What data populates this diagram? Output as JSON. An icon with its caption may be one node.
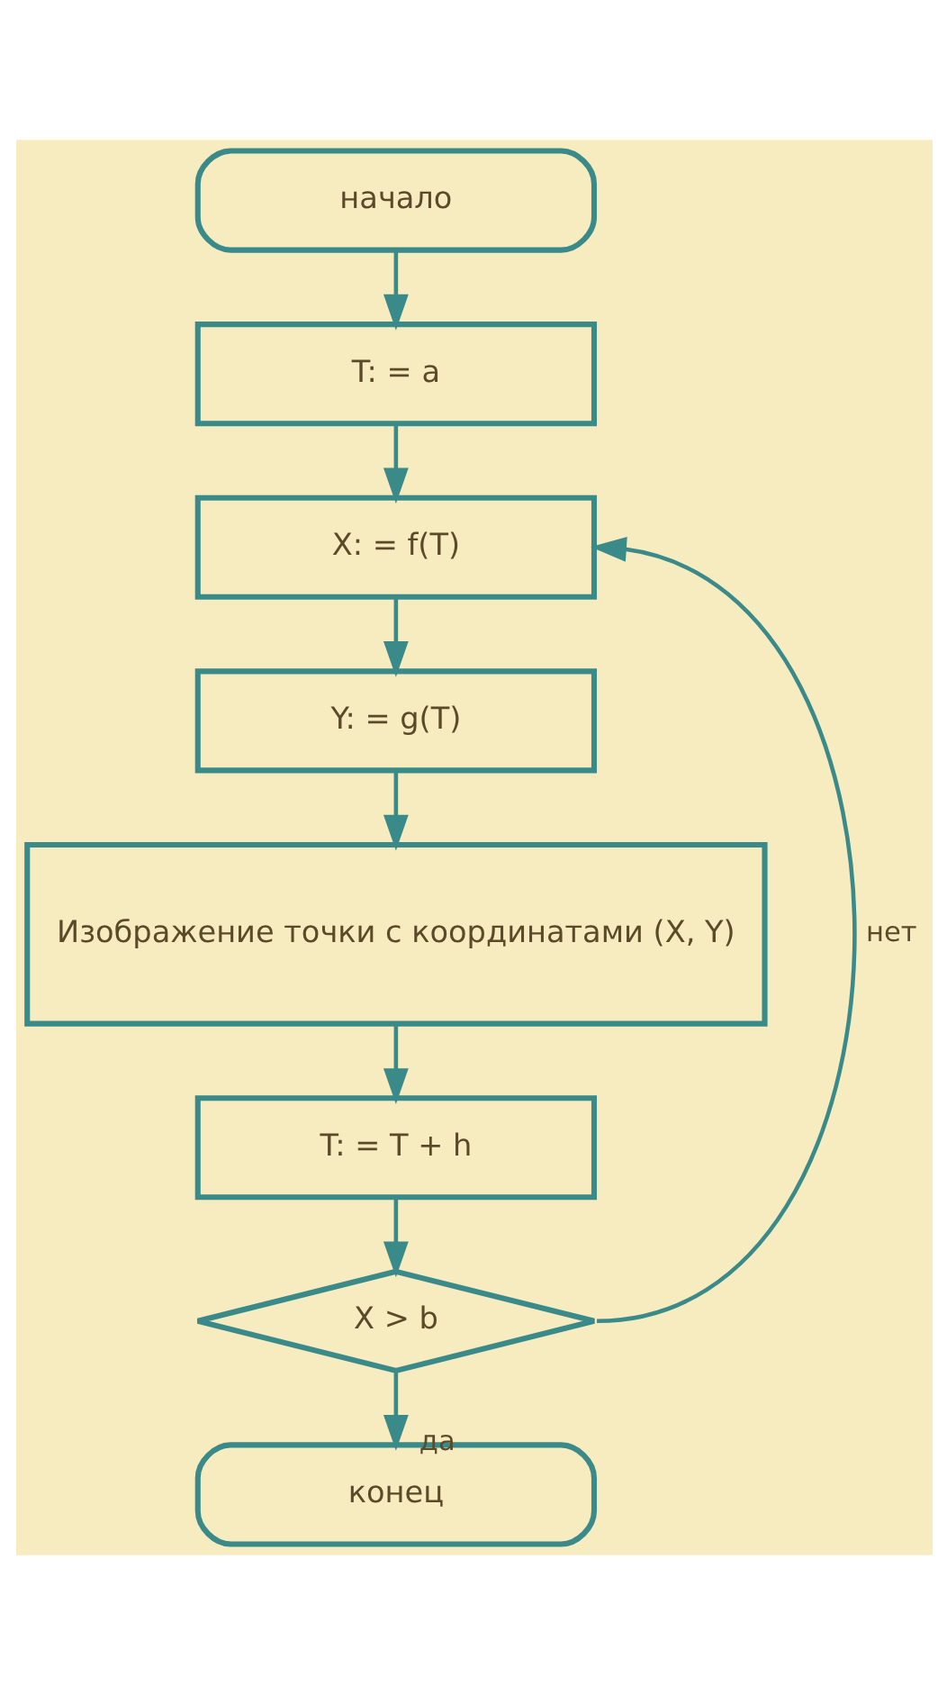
{
  "diagram": {
    "nodes": [
      {
        "text": [
          "начало"
        ]
      },
      {
        "text": [
          "T: = a"
        ]
      },
      {
        "text": [
          "X: = f(T)"
        ]
      },
      {
        "text": [
          "Y: = g(T)"
        ]
      },
      {
        "text": [
          "Изображение точки с координатами (X, Y)"
        ]
      },
      {
        "text": [
          "T: = T + h"
        ]
      },
      {
        "text": [
          "X > b"
        ]
      },
      {
        "text": [
          "конец"
        ]
      }
    ],
    "edges": [
      {
        "from": 0,
        "to": 1,
        "arrow": "to"
      },
      {
        "from": 1,
        "to": 2,
        "arrow": "to"
      },
      {
        "from": 2,
        "to": 3,
        "arrow": "to"
      },
      {
        "from": 3,
        "to": 4,
        "arrow": "to"
      },
      {
        "from": 4,
        "to": 5,
        "arrow": "to"
      },
      {
        "from": 5,
        "to": 6,
        "arrow": "to"
      },
      {
        "from": 6,
        "to": 2,
        "arrow": "to",
        "label": "нет"
      },
      {
        "from": 6,
        "to": 7,
        "arrow": "to",
        "label": "да"
      }
    ]
  }
}
